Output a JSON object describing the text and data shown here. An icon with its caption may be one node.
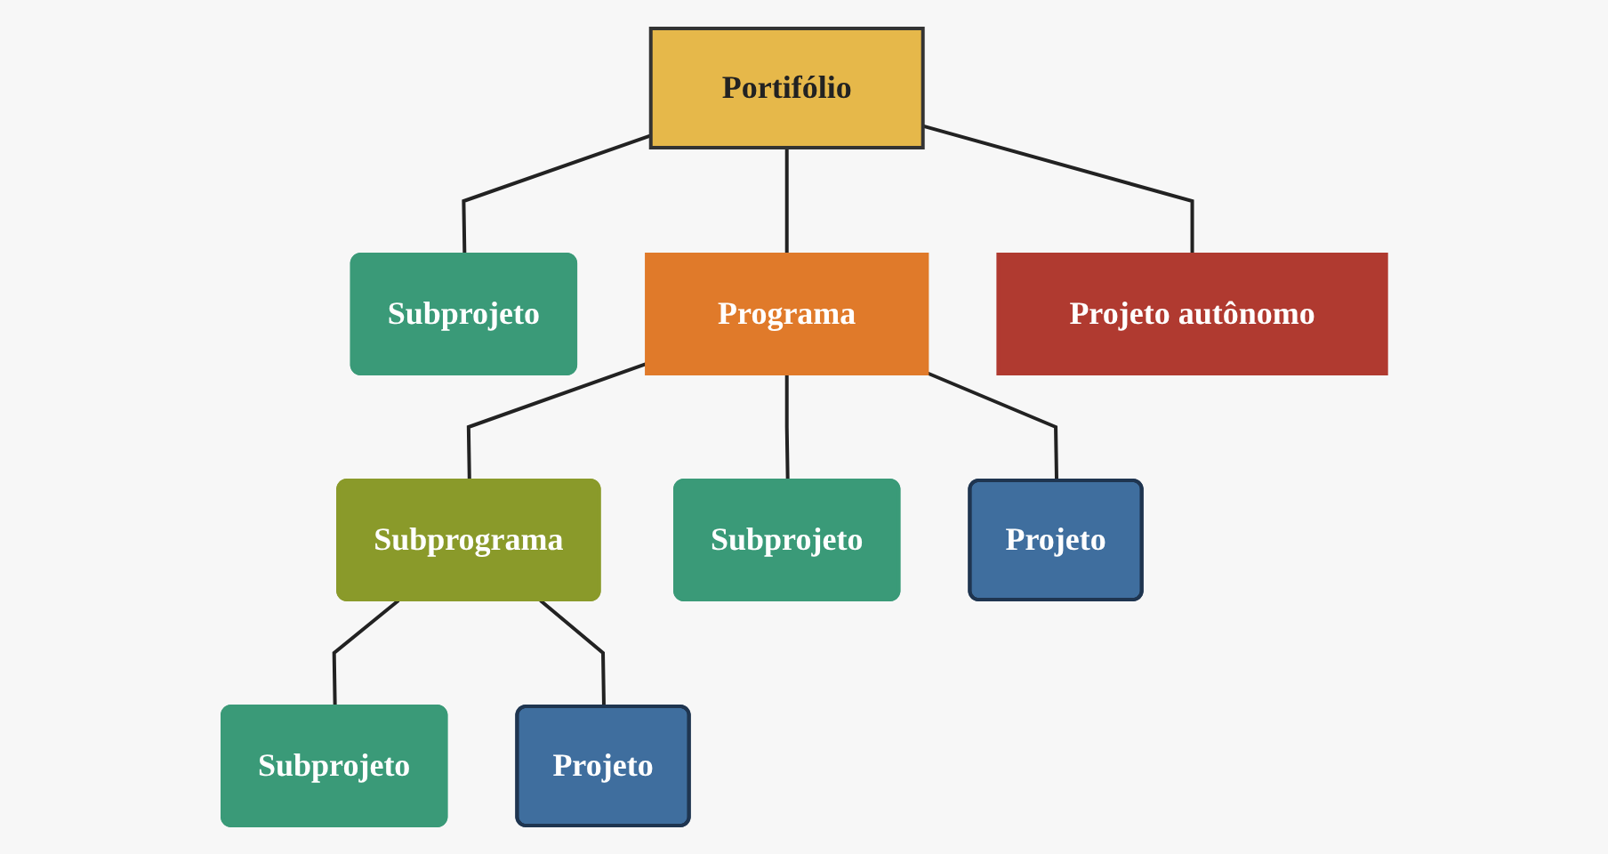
{
  "diagram": {
    "nodes": [
      {
        "text": [
          "Portifólio"
        ]
      },
      {
        "text": [
          "Subprojeto"
        ]
      },
      {
        "text": [
          "Programa"
        ]
      },
      {
        "text": [
          "Projeto autônomo"
        ]
      },
      {
        "text": [
          "Subprograma"
        ]
      },
      {
        "text": [
          "Subprojeto"
        ]
      },
      {
        "text": [
          "Projeto"
        ]
      },
      {
        "text": [
          "Subprojeto"
        ]
      },
      {
        "text": [
          "Projeto"
        ]
      }
    ],
    "edges": [
      {
        "from": 0,
        "to": 1,
        "arrow": "none"
      },
      {
        "from": 0,
        "to": 2,
        "arrow": "none"
      },
      {
        "from": 0,
        "to": 3,
        "arrow": "none"
      },
      {
        "from": 2,
        "to": 4,
        "arrow": "none"
      },
      {
        "from": 2,
        "to": 5,
        "arrow": "none"
      },
      {
        "from": 2,
        "to": 6,
        "arrow": "none"
      },
      {
        "from": 4,
        "to": 7,
        "arrow": "none"
      },
      {
        "from": 4,
        "to": 8,
        "arrow": "none"
      }
    ]
  }
}
